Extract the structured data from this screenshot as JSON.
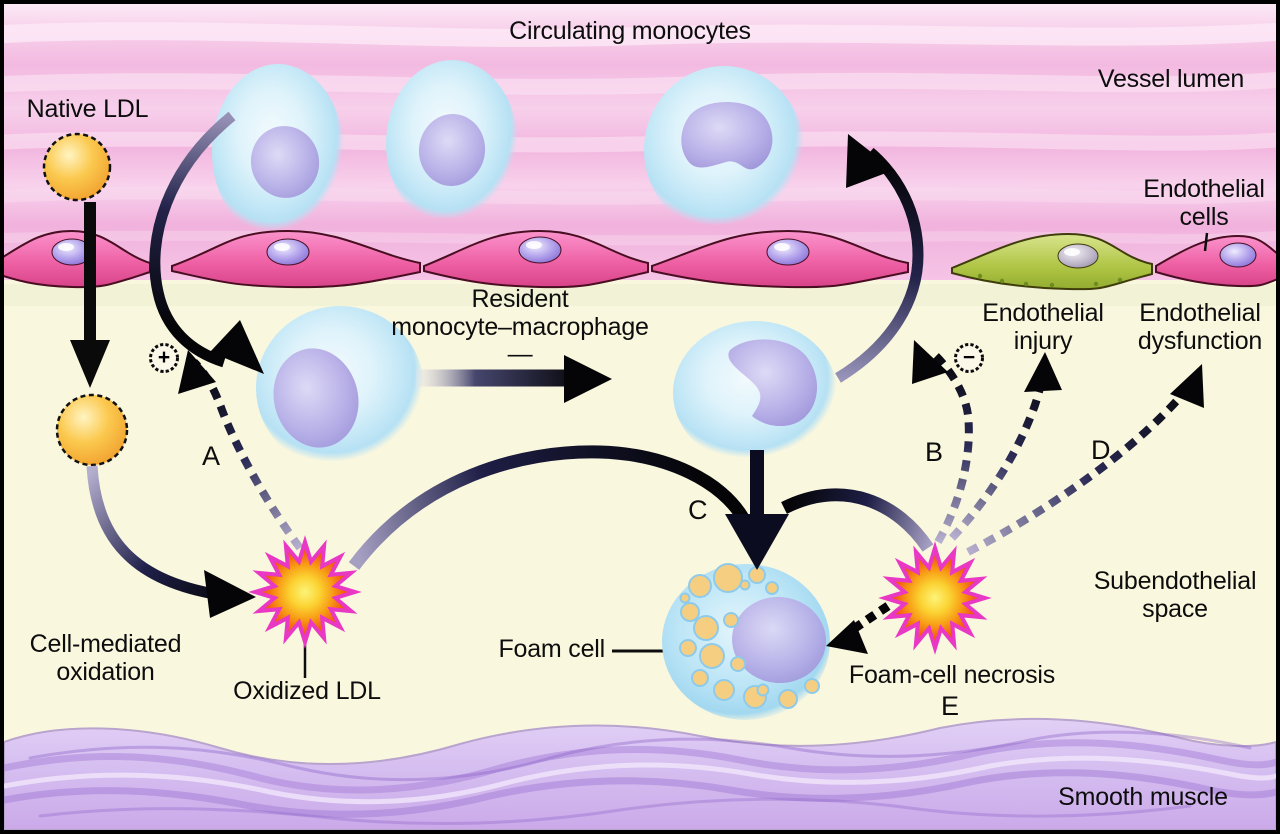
{
  "figure": {
    "regions": {
      "circulating_monocytes": "Circulating monocytes",
      "vessel_lumen": "Vessel lumen",
      "endothelial_cells": "Endothelial\ncells",
      "subendothelial_space": "Subendothelial\nspace",
      "smooth_muscle": "Smooth muscle"
    },
    "entities": {
      "native_ldl": "Native LDL",
      "resident_monocyte_macrophage": "Resident\nmonocyte–macrophage—",
      "cell_mediated_oxidation": "Cell-mediated\noxidation",
      "oxidized_ldl": "Oxidized LDL",
      "foam_cell": "Foam cell",
      "foam_cell_necrosis": "Foam-cell necrosis",
      "endothelial_injury": "Endothelial\ninjury",
      "endothelial_dysfunction": "Endothelial\ndysfunction"
    },
    "step_labels": {
      "a": "A",
      "b": "B",
      "c": "C",
      "d": "D",
      "e": "E"
    },
    "signs": {
      "plus": "+",
      "minus": "−"
    },
    "colors": {
      "lumen_pink": "#F4BEE3",
      "subendothelial_cream": "#FAF7DF",
      "smooth_muscle_lavender": "#D5BEF0",
      "endothelial_pink": "#F06AAE",
      "dysfunctional_cell_green": "#AFC544",
      "monocyte_blue": "#CDEAF7",
      "nucleus_purple": "#A79CDE",
      "ldl_orange": "#F6A930",
      "starburst_magenta": "#E838C4",
      "starburst_orange": "#F2540D",
      "starburst_yellow": "#FBD232",
      "arrow_black": "#0A0A14"
    }
  }
}
